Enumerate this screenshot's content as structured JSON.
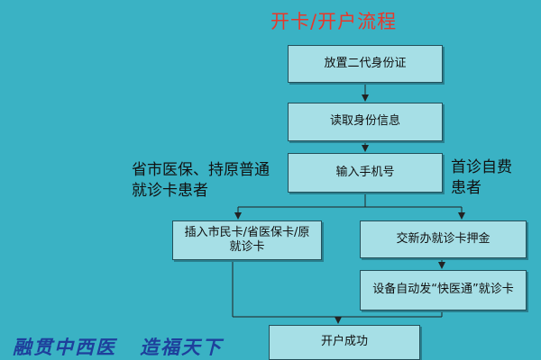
{
  "diagram": {
    "title": "开卡/开户流程",
    "steps": {
      "place_id": "放置二代身份证",
      "read_id": "读取身份信息",
      "enter_phone": "输入手机号",
      "insert_card": "插入市民卡/省医保卡/原就诊卡",
      "pay_deposit": "交新办就诊卡押金",
      "auto_issue": "设备自动发“快医通”就诊卡",
      "account_opened": "开户成功"
    },
    "branch_left_note": "省市医保、持原普通就诊卡患者",
    "branch_right_note": "首诊自费患者"
  },
  "footer": {
    "slogan_part1": "融贯中西医",
    "slogan_part2": "造福天下"
  },
  "colors": {
    "background": "#3ab2c4",
    "box_fill": "#a6dfe6",
    "title": "#e8382a",
    "footer_text": "#1e3f9c"
  }
}
